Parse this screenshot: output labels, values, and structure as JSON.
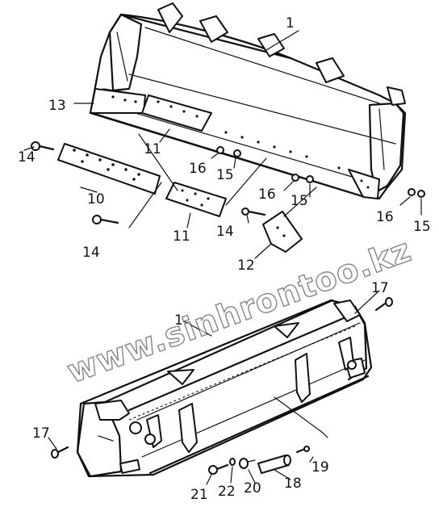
{
  "watermark": "www.sinhrontoo.kz",
  "labels": [
    {
      "id": "l1-top",
      "text": "1"
    },
    {
      "id": "l13",
      "text": "13"
    },
    {
      "id": "l11-a",
      "text": "11"
    },
    {
      "id": "l16-a",
      "text": "16"
    },
    {
      "id": "l15-a",
      "text": "15"
    },
    {
      "id": "l14-a",
      "text": "14"
    },
    {
      "id": "l10",
      "text": "10"
    },
    {
      "id": "l11-b",
      "text": "11"
    },
    {
      "id": "l14-b",
      "text": "14"
    },
    {
      "id": "l14-c",
      "text": "14"
    },
    {
      "id": "l12",
      "text": "12"
    },
    {
      "id": "l16-b",
      "text": "16"
    },
    {
      "id": "l15-b",
      "text": "15"
    },
    {
      "id": "l16-c",
      "text": "16"
    },
    {
      "id": "l15-c",
      "text": "15"
    },
    {
      "id": "l17-a",
      "text": "17"
    },
    {
      "id": "l1-bottom",
      "text": "1"
    },
    {
      "id": "l17-b",
      "text": "17"
    },
    {
      "id": "l19",
      "text": "19"
    },
    {
      "id": "l18",
      "text": "18"
    },
    {
      "id": "l20",
      "text": "20"
    },
    {
      "id": "l22",
      "text": "22"
    },
    {
      "id": "l21",
      "text": "21"
    }
  ]
}
